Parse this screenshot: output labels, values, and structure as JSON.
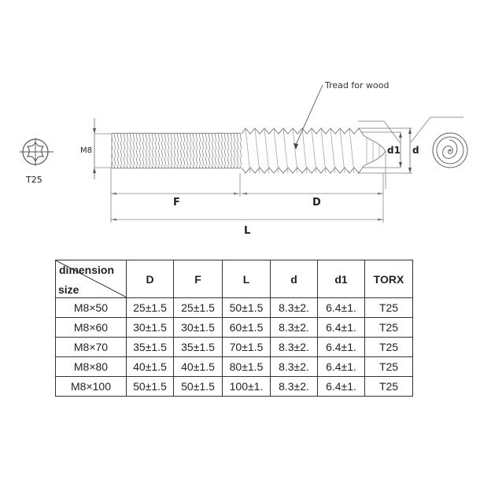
{
  "drawing": {
    "torx_label": "T25",
    "thread_diameter_label": "M8",
    "callout_wood_thread": "Tread for wood",
    "dim_F": "F",
    "dim_D": "D",
    "dim_L": "L",
    "dim_d1": "d1",
    "dim_d": "d"
  },
  "table": {
    "corner_top": "dimension",
    "corner_bottom": "size",
    "headers": [
      "D",
      "F",
      "L",
      "d",
      "d1",
      "TORX"
    ],
    "rows": [
      {
        "size": "M8×50",
        "D": "25±1.5",
        "F": "25±1.5",
        "L": "50±1.5",
        "d": "8.3±2.",
        "d1": "6.4±1.",
        "torx": "T25"
      },
      {
        "size": "M8×60",
        "D": "30±1.5",
        "F": "30±1.5",
        "L": "60±1.5",
        "d": "8.3±2.",
        "d1": "6.4±1.",
        "torx": "T25"
      },
      {
        "size": "M8×70",
        "D": "35±1.5",
        "F": "35±1.5",
        "L": "70±1.5",
        "d": "8.3±2.",
        "d1": "6.4±1.",
        "torx": "T25"
      },
      {
        "size": "M8×80",
        "D": "40±1.5",
        "F": "40±1.5",
        "L": "80±1.5",
        "d": "8.3±2.",
        "d1": "6.4±1.",
        "torx": "T25"
      },
      {
        "size": "M8×100",
        "D": "50±1.5",
        "F": "50±1.5",
        "L": "100±1.",
        "d": "8.3±2.",
        "d1": "6.4±1.",
        "torx": "T25"
      }
    ]
  }
}
